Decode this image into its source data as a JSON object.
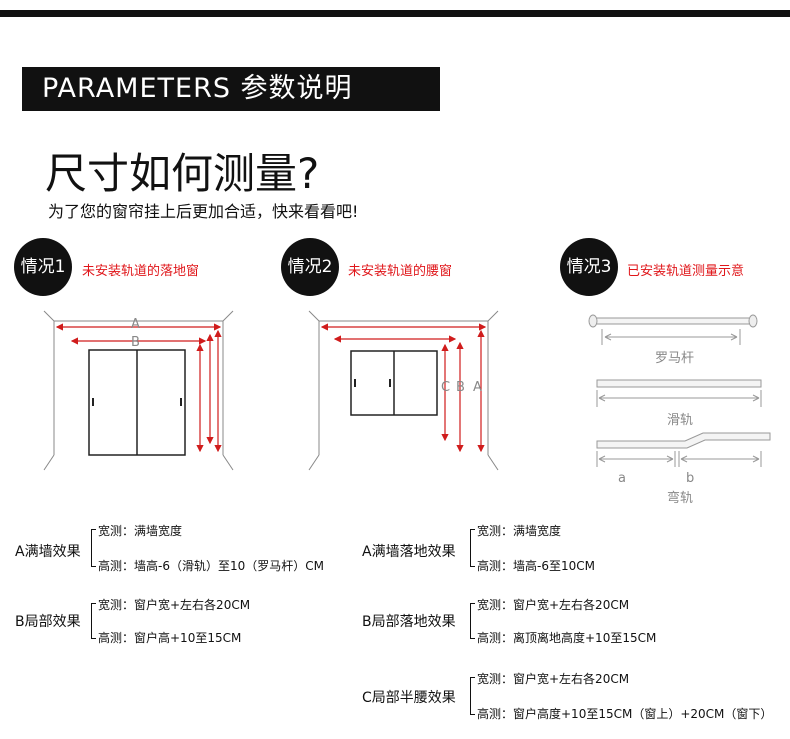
{
  "header": {
    "title": "PARAMETERS 参数说明"
  },
  "intro": {
    "heading": "尺寸如何测量?",
    "subheading": "为了您的窗帘挂上后更加合适，快来看看吧!"
  },
  "cases": [
    {
      "badge": "情况1",
      "desc": "未安装轨道的落地窗"
    },
    {
      "badge": "情况2",
      "desc": "未安装轨道的腰窗"
    },
    {
      "badge": "情况3",
      "desc": "已安装轨道测量示意"
    }
  ],
  "diagram1": {
    "label_a": "A",
    "label_b": "B"
  },
  "diagram2": {
    "label_c": "C",
    "label_b": "B",
    "label_a": "A"
  },
  "diagram3": {
    "roman_rod": "罗马杆",
    "slide_rail": "滑轨",
    "bent_a": "a",
    "bent_b": "b",
    "bent_rail": "弯轨"
  },
  "measures": {
    "left_a": {
      "title": "A满墙效果",
      "width": "宽测：满墙宽度",
      "height": "高测：墙高-6（滑轨）至10（罗马杆）CM"
    },
    "left_b": {
      "title": "B局部效果",
      "width": "宽测：窗户宽+左右各20CM",
      "height": "高测：窗户高+10至15CM"
    },
    "right_a": {
      "title": "A满墙落地效果",
      "width": "宽测：满墙宽度",
      "height": "高测：墙高-6至10CM"
    },
    "right_b": {
      "title": "B局部落地效果",
      "width": "宽测：窗户宽+左右各20CM",
      "height": "高测：离顶离地高度+10至15CM"
    },
    "right_c": {
      "title": "C局部半腰效果",
      "width": "宽测：窗户宽+左右各20CM",
      "height": "高测：窗户高度+10至15CM（窗上）+20CM（窗下）"
    }
  }
}
